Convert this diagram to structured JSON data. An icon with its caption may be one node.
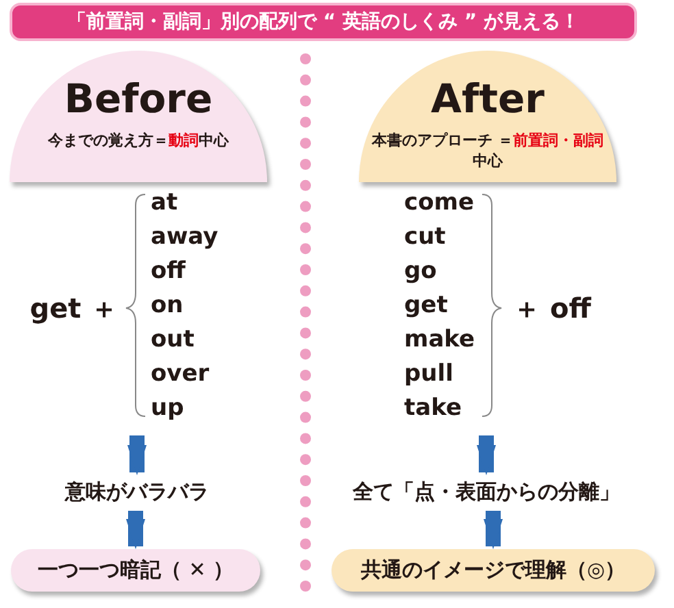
{
  "diagram": {
    "nodes": [
      {
        "text": [
          "「前置詞・副詞」別の配列で “ 英語のしくみ ” が見える！"
        ]
      },
      {
        "text": [
          "Before",
          "今までの覚え方＝**動詞**中心"
        ]
      },
      {
        "text": [
          "After",
          "本書のアプローチ ＝**前置詞・副詞**中心"
        ]
      },
      {
        "text": [
          "get ＋"
        ]
      },
      {
        "text": [
          "at",
          "away",
          "off",
          "on",
          "out",
          "over",
          "up"
        ]
      },
      {
        "text": [
          "意味がバラバラ"
        ]
      },
      {
        "text": [
          "一つ一つ暗記（ ✕ ）"
        ]
      },
      {
        "text": [
          "come",
          "cut",
          "go",
          "get",
          "make",
          "pull",
          "take"
        ]
      },
      {
        "text": [
          "＋ off"
        ]
      },
      {
        "text": [
          "全て「点・表面からの分離」"
        ]
      },
      {
        "text": [
          "共通のイメージで理解（◎）"
        ]
      }
    ],
    "edges": [
      {
        "from": 4,
        "to": 5,
        "arrow": "to"
      },
      {
        "from": 5,
        "to": 6,
        "arrow": "to"
      },
      {
        "from": 7,
        "to": 9,
        "arrow": "to"
      },
      {
        "from": 9,
        "to": 10,
        "arrow": "to"
      }
    ]
  }
}
